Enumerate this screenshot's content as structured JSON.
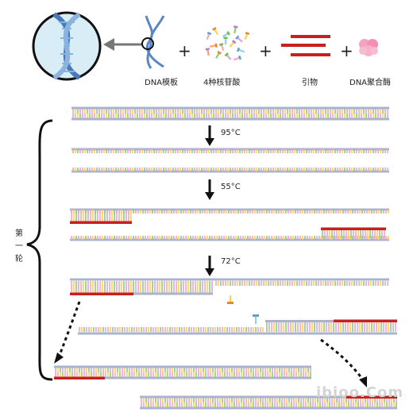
{
  "legend": {
    "template_label": "DNA模板",
    "nucleotide_label": "4种核苷酸",
    "primer_label": "引物",
    "polymerase_label": "DNA聚合酶",
    "plus_sign": "+"
  },
  "steps": [
    {
      "label": "95°C"
    },
    {
      "label": "55°C"
    },
    {
      "label": "72°C"
    }
  ],
  "round_label": [
    "第",
    "一",
    "轮"
  ],
  "watermark": "ibioo.Com",
  "colors": {
    "backbone": "#a9b4cc",
    "primer": "#c8201e",
    "base_colors": [
      "#f5a7c2",
      "#ffd24d",
      "#8fd0ee",
      "#8ccf6a",
      "#d8a3e6",
      "#ff9c7a"
    ],
    "helix_circle_fill": "#d9edf6",
    "polymerase": "#f4a3c0"
  }
}
